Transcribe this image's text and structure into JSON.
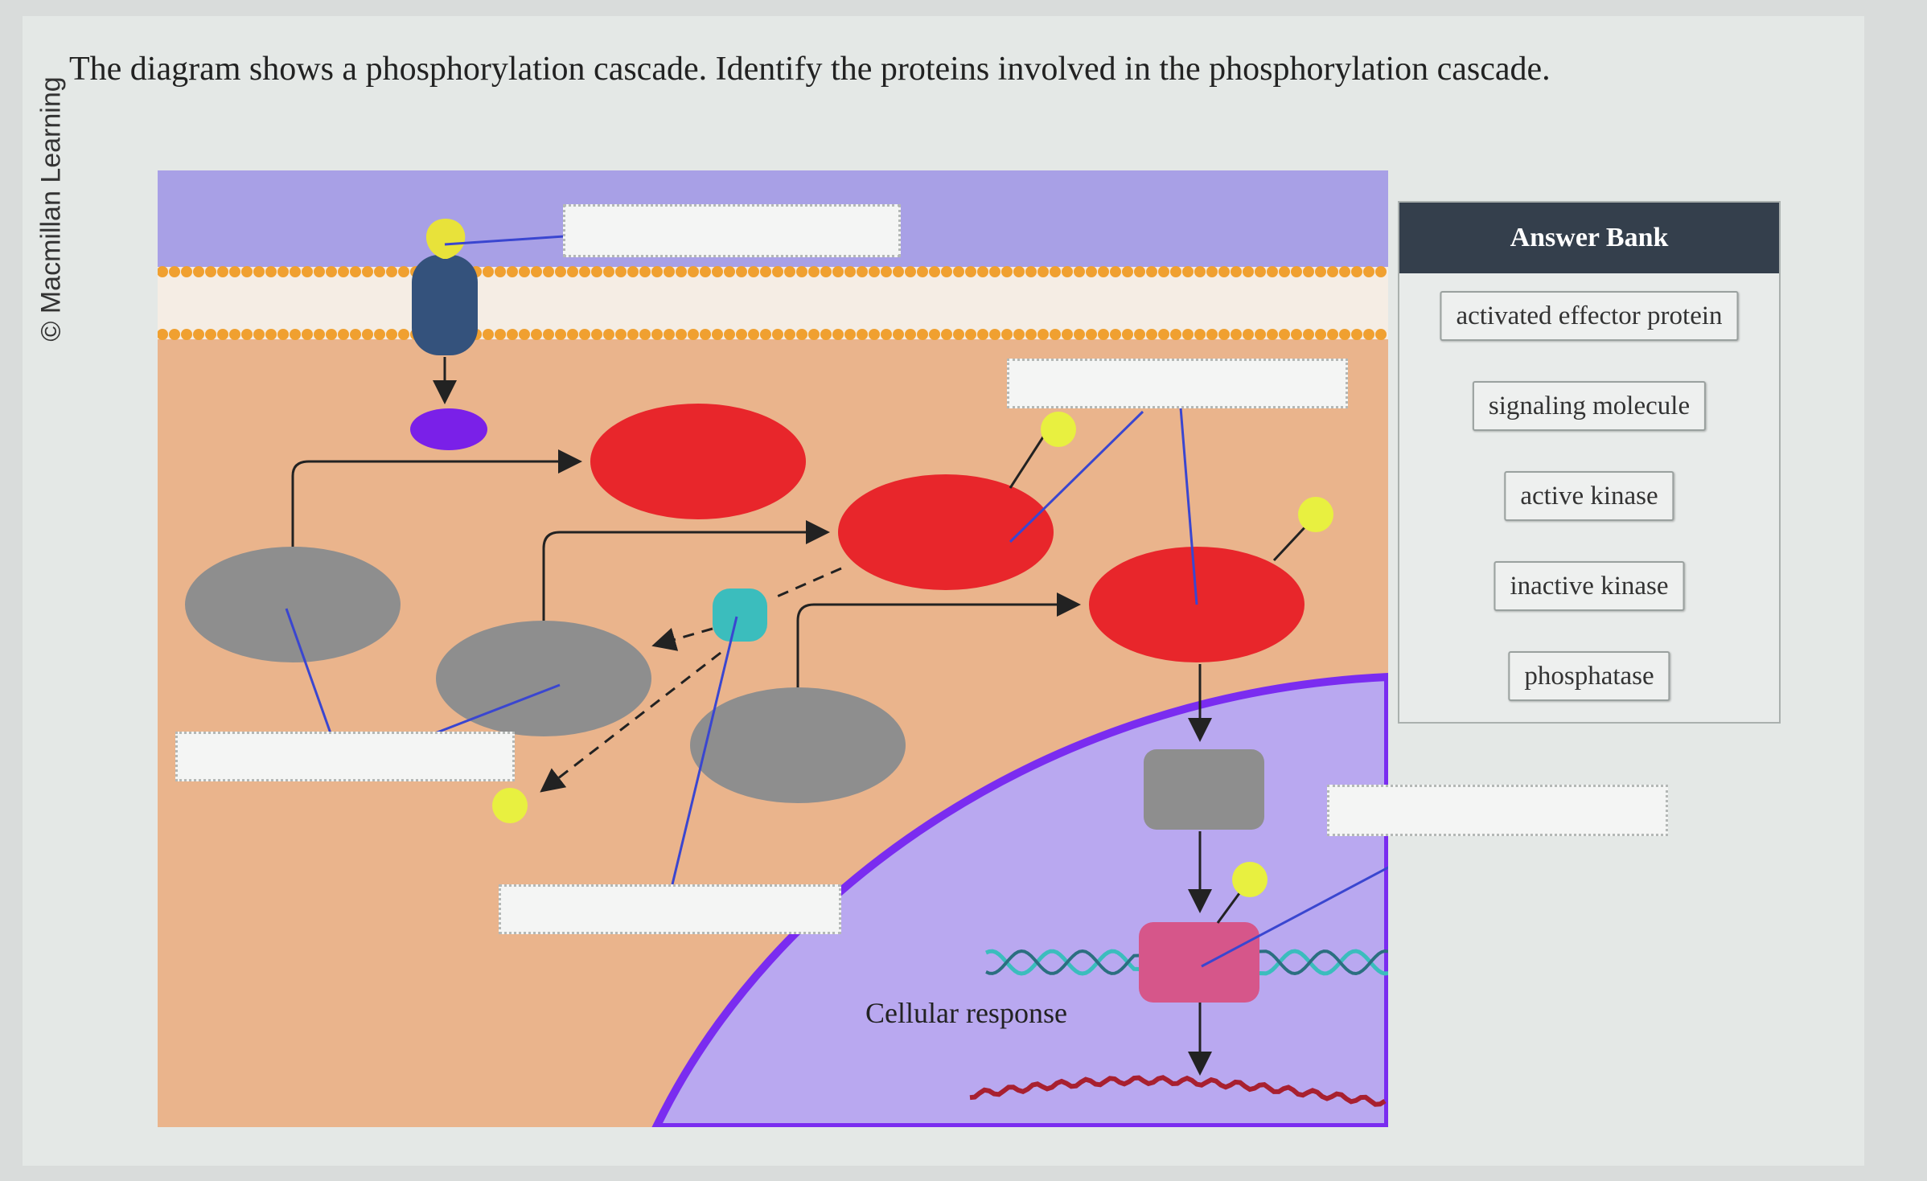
{
  "copyright": "© Macmillan Learning",
  "question": "The diagram shows a phosphorylation cascade. Identify the proteins involved in the phosphorylation cascade.",
  "diagram": {
    "nucleus_label": "Cellular response"
  },
  "answer_bank": {
    "title": "Answer Bank",
    "items": [
      "activated effector protein",
      "signaling molecule",
      "active kinase",
      "inactive kinase",
      "phosphatase"
    ]
  },
  "colors": {
    "extracellular": "#a8a0e6",
    "cytoplasm": "#eab48c",
    "nucleus": "#b9a8f0",
    "nuclear_envelope": "#7a2cf0",
    "active_kinase": "#e8262b",
    "inactive_kinase": "#8e8e8e",
    "phosphate": "#e8f040",
    "phosphatase": "#3bbdbd",
    "effector_active": "#d6568a",
    "bank_header": "#343f4c"
  }
}
